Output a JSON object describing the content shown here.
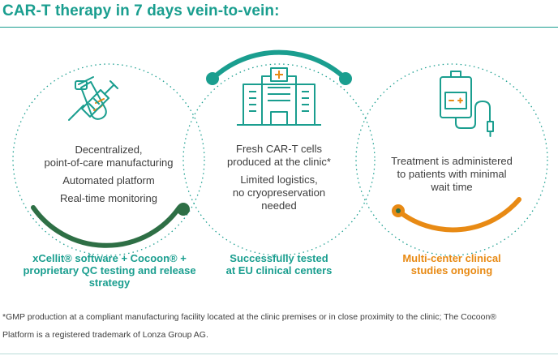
{
  "title": "CAR-T therapy in 7 days vein-to-vein:",
  "colors": {
    "teal": "#1a9e8f",
    "dark_green": "#2e6f45",
    "orange": "#e88a14",
    "text": "#3d3d3d"
  },
  "panels": [
    {
      "icon": "syringe-vial-icon",
      "lines": [
        "Decentralized,\npoint-of-care manufacturing",
        "Automated platform",
        "Real-time monitoring"
      ],
      "caption": "xCellit® software + Cocoon® +\nproprietary QC testing and release\nstrategy"
    },
    {
      "icon": "hospital-icon",
      "lines": [
        "Fresh CAR-T cells\nproduced at the clinic*",
        "Limited logistics,\nno cryopreservation\nneeded"
      ],
      "caption": "Successfully tested\nat EU clinical centers"
    },
    {
      "icon": "infusion-bag-icon",
      "lines": [
        "Treatment is administered\nto patients with minimal\nwait time"
      ],
      "caption": "Multi-center clinical\nstudies ongoing"
    }
  ],
  "footnote": "*GMP production at a compliant manufacturing facility located at the clinic premises or in close proximity to the clinic; The Cocoon®\nPlatform is a registered trademark of Lonza Group AG."
}
